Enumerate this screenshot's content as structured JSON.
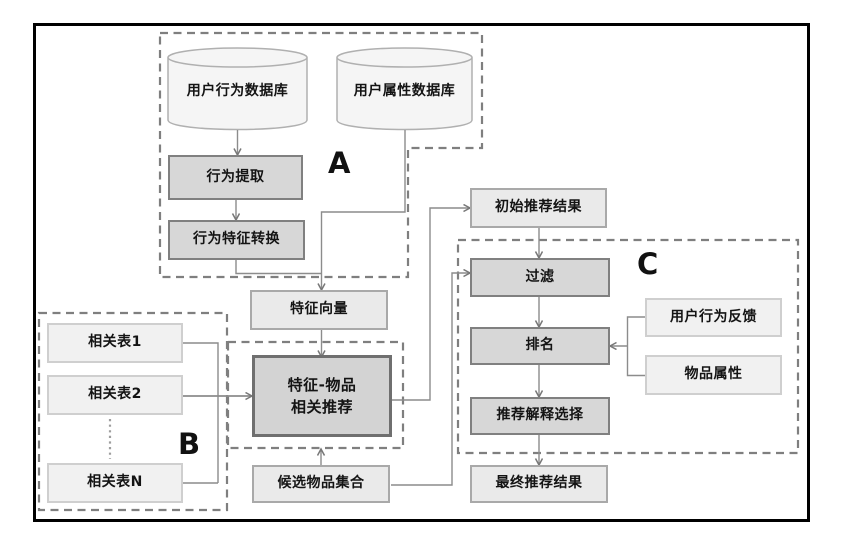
{
  "groups": {
    "a": "A",
    "b": "B",
    "c": "C"
  },
  "nodes": {
    "user_behavior_db": "用户行为数据库",
    "user_attribute_db": "用户属性数据库",
    "behavior_extract": "行为提取",
    "behavior_feature_convert": "行为特征转换",
    "feature_vector": "特征向量",
    "related_table_1": "相关表1",
    "related_table_2": "相关表2",
    "related_table_n": "相关表N",
    "feature_item_line1": "特征-物品",
    "feature_item_line2": "相关推荐",
    "candidate_items": "候选物品集合",
    "initial_result": "初始推荐结果",
    "filter": "过滤",
    "rank": "排名",
    "user_feedback": "用户行为反馈",
    "item_attributes": "物品属性",
    "explain_select": "推荐解释选择",
    "final_result": "最终推荐结果"
  },
  "colors": {
    "frame": "#000000",
    "connector_line": "#8c8c8c",
    "dashed_region_border": "#7f7f7f",
    "process_box_fill": "#d7d7d7",
    "process_box_border": "#808080",
    "result_box_fill": "#eaeaea",
    "result_box_border": "#a9a9a9",
    "input_box_fill": "#f1f1f1",
    "input_box_border": "#cfcfcf",
    "cylinder_fill": "#f5f5f5",
    "cylinder_border": "#b0b0b0"
  }
}
